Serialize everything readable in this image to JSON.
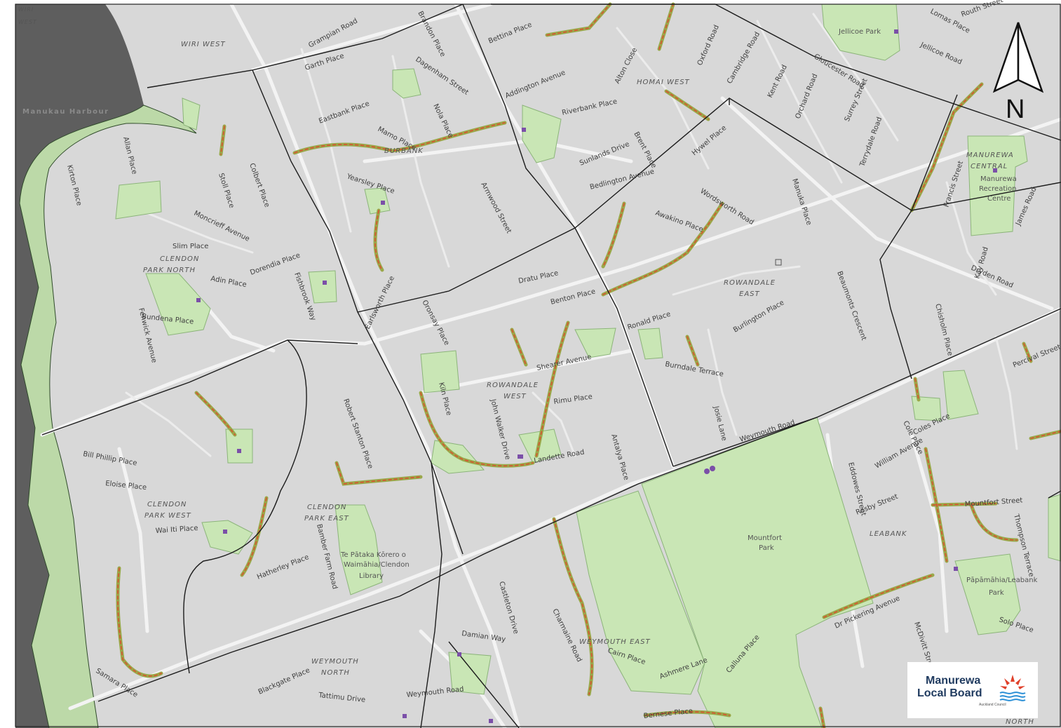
{
  "map": {
    "water_label": "Manukau Harbour",
    "suburbs": {
      "wiri_west_corner": [
        "WIRI",
        "WEST"
      ],
      "wiri_west": "WIRI WEST",
      "burbank": "BURBANK",
      "homai_west": "HOMAI WEST",
      "manurewa_central": [
        "MANUREWA",
        "CENTRAL"
      ],
      "clendon_park_north": [
        "CLENDON",
        "PARK NORTH"
      ],
      "rowandale_east": [
        "ROWANDALE",
        "EAST"
      ],
      "rowandale_west": [
        "ROWANDALE",
        "WEST"
      ],
      "clendon_park_west": [
        "CLENDON",
        "PARK WEST"
      ],
      "clendon_park_east": [
        "CLENDON",
        "PARK EAST"
      ],
      "leabank": "LEABANK",
      "weymouth_east": "WEYMOUTH EAST",
      "weymouth_north": [
        "WEYMOUTH",
        "NORTH"
      ],
      "north_corner": "NORTH"
    },
    "parks": {
      "jellicoe": "Jellicoe Park",
      "recreation_centre": [
        "Manurewa",
        "Recreation",
        "Centre"
      ],
      "mountfort": [
        "Mountfort",
        "Park"
      ],
      "papamahia": [
        "Pāpāmāhia/Leabank",
        "Park"
      ],
      "library": [
        "Te Pātaka Kōrero o",
        "Waimāhia/Clendon",
        "Library"
      ]
    },
    "streets": {
      "s01": "Grampian Road",
      "s02": "Brandon Place",
      "s03": "Bettina Place",
      "s04": "Lomas Place",
      "s05": "Routh Street",
      "s06": "Garth Place",
      "s07": "Dagenham Street",
      "s08": "Eastbank Place",
      "s09": "Addington Avenue",
      "s10": "Oxford Road",
      "s11": "Cambridge Road",
      "s12": "Jellicoe Road",
      "s13": "Gloucester Road",
      "s14": "Kent Road",
      "s15": "Alton Close",
      "s16": "Riverbank Place",
      "s17": "Mamo Place",
      "s18": "Nola Place",
      "s19": "Sunlands Drive",
      "s20": "Brent Place",
      "s21": "Hywel Place",
      "s22": "Surrey Street",
      "s23": "Terrydale Road",
      "s24": "Orchard Road",
      "s25": "Yearsley Place",
      "s26": "Armwood Street",
      "s27": "Bedlington Avenue",
      "s28": "Wordsworth Road",
      "s29": "Manuka Place",
      "s30": "Francis Street",
      "s31": "Moncrieff Avenue",
      "s32": "Stoll Place",
      "s33": "Colbert Place",
      "s34": "Allan Place",
      "s35": "Slim Place",
      "s36": "Adin Place",
      "s37": "Dorendia Place",
      "s38": "Awakino Place",
      "s39": "Benton Place",
      "s40": "Dratu Place",
      "s41": "Shearer Avenue",
      "s42": "Kiln Place",
      "s43": "Rimu Place",
      "s44": "Ronald Place",
      "s45": "Burndale Terrace",
      "s46": "Burlington Place",
      "s47": "Beaumonts Crescent",
      "s48": "Dryden Road",
      "s49": "Percival Street",
      "s50": "Chisholm Place",
      "s51": "Kay Road",
      "s52": "James Road",
      "s53": "Robert Stanton Place",
      "s54": "John Walker Drive",
      "s55": "Landette Road",
      "s56": "Antalya Place",
      "s57": "Josie Lane",
      "s58": "Bill Phillip Place",
      "s59": "Eloise Place",
      "s60": "Wai Iti Place",
      "s61": "Hatherley Place",
      "s62": "Bamber Farm Road",
      "s63": "Weymouth Road",
      "s64": "Eddowes Street",
      "s65": "Rosby Street",
      "s66": "William Avenue",
      "s67": "Coles Place",
      "s68": "Mountfort Street",
      "s69": "Thompson Terrace",
      "s70": "Dr Pickering Avenue",
      "s71": "Solo Place",
      "s72": "Damian Way",
      "s73": "Castleton Drive",
      "s74": "Charmaine Road",
      "s75": "Samara Place",
      "s76": "Blackgate Place",
      "s77": "Tattimu Drive",
      "s78": "Ashmere Lane",
      "s79": "Calluna Place",
      "s80": "Bernese Place",
      "s81": "McDivitt Street",
      "s82": "Kirton Place",
      "s83": "Fenwick Avenue",
      "s84": "Bundena Place",
      "s85": "Fishbrook Way",
      "s86": "Weymouth Road",
      "s87": "Cairn Place",
      "s88": "Oronsay Place",
      "s89": "Earlsworth Place",
      "s90": "Cole Place"
    }
  },
  "north_arrow": {
    "label": "N"
  },
  "logo": {
    "line1": "Manurewa",
    "line2": "Local Board",
    "sub": "Auckland Council"
  },
  "colors": {
    "land": "#d9d9d9",
    "park": "#c9e6b5",
    "water": "#5c5c5c",
    "walkway": "#9b8b3a",
    "walkway_dash": "#d64a3a",
    "boundary": "#1a1a1a",
    "road": "#f4f4f4",
    "community": "#7b4fa8"
  }
}
